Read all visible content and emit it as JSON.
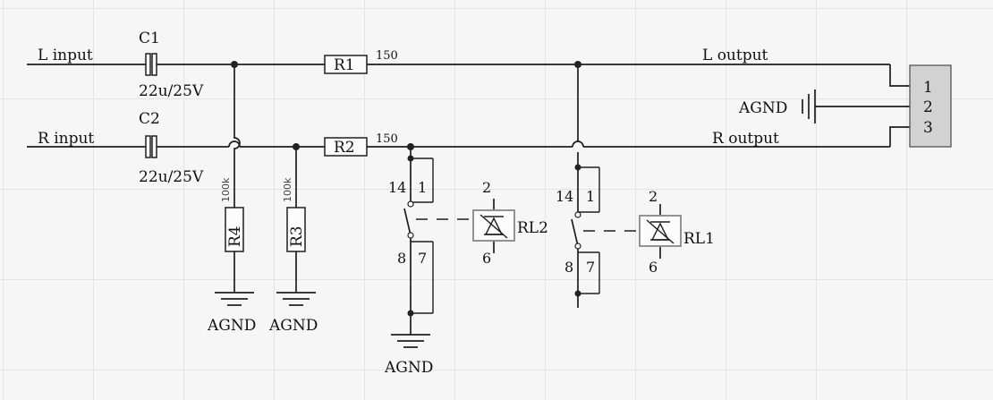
{
  "nets": {
    "l_input": "L  input",
    "r_input": "R  input",
    "l_output": "L  output",
    "r_output": "R  output"
  },
  "capacitors": [
    {
      "ref": "C1",
      "value": "22u/25V"
    },
    {
      "ref": "C2",
      "value": "22u/25V"
    }
  ],
  "resistors": [
    {
      "ref": "R1",
      "value": "150"
    },
    {
      "ref": "R2",
      "value": "150"
    },
    {
      "ref": "R4",
      "value": "100k"
    },
    {
      "ref": "R3",
      "value": "100k"
    }
  ],
  "grounds": [
    "AGND",
    "AGND",
    "AGND",
    "AGND"
  ],
  "relays": [
    {
      "ref": "RL2",
      "pins": {
        "p14": "14",
        "p1": "1",
        "p8": "8",
        "p7": "7",
        "p2": "2",
        "p6": "6"
      }
    },
    {
      "ref": "RL1",
      "pins": {
        "p14": "14",
        "p1": "1",
        "p8": "8",
        "p7": "7",
        "p2": "2",
        "p6": "6"
      }
    }
  ],
  "connector": {
    "pins": [
      "1",
      "2",
      "3"
    ]
  }
}
